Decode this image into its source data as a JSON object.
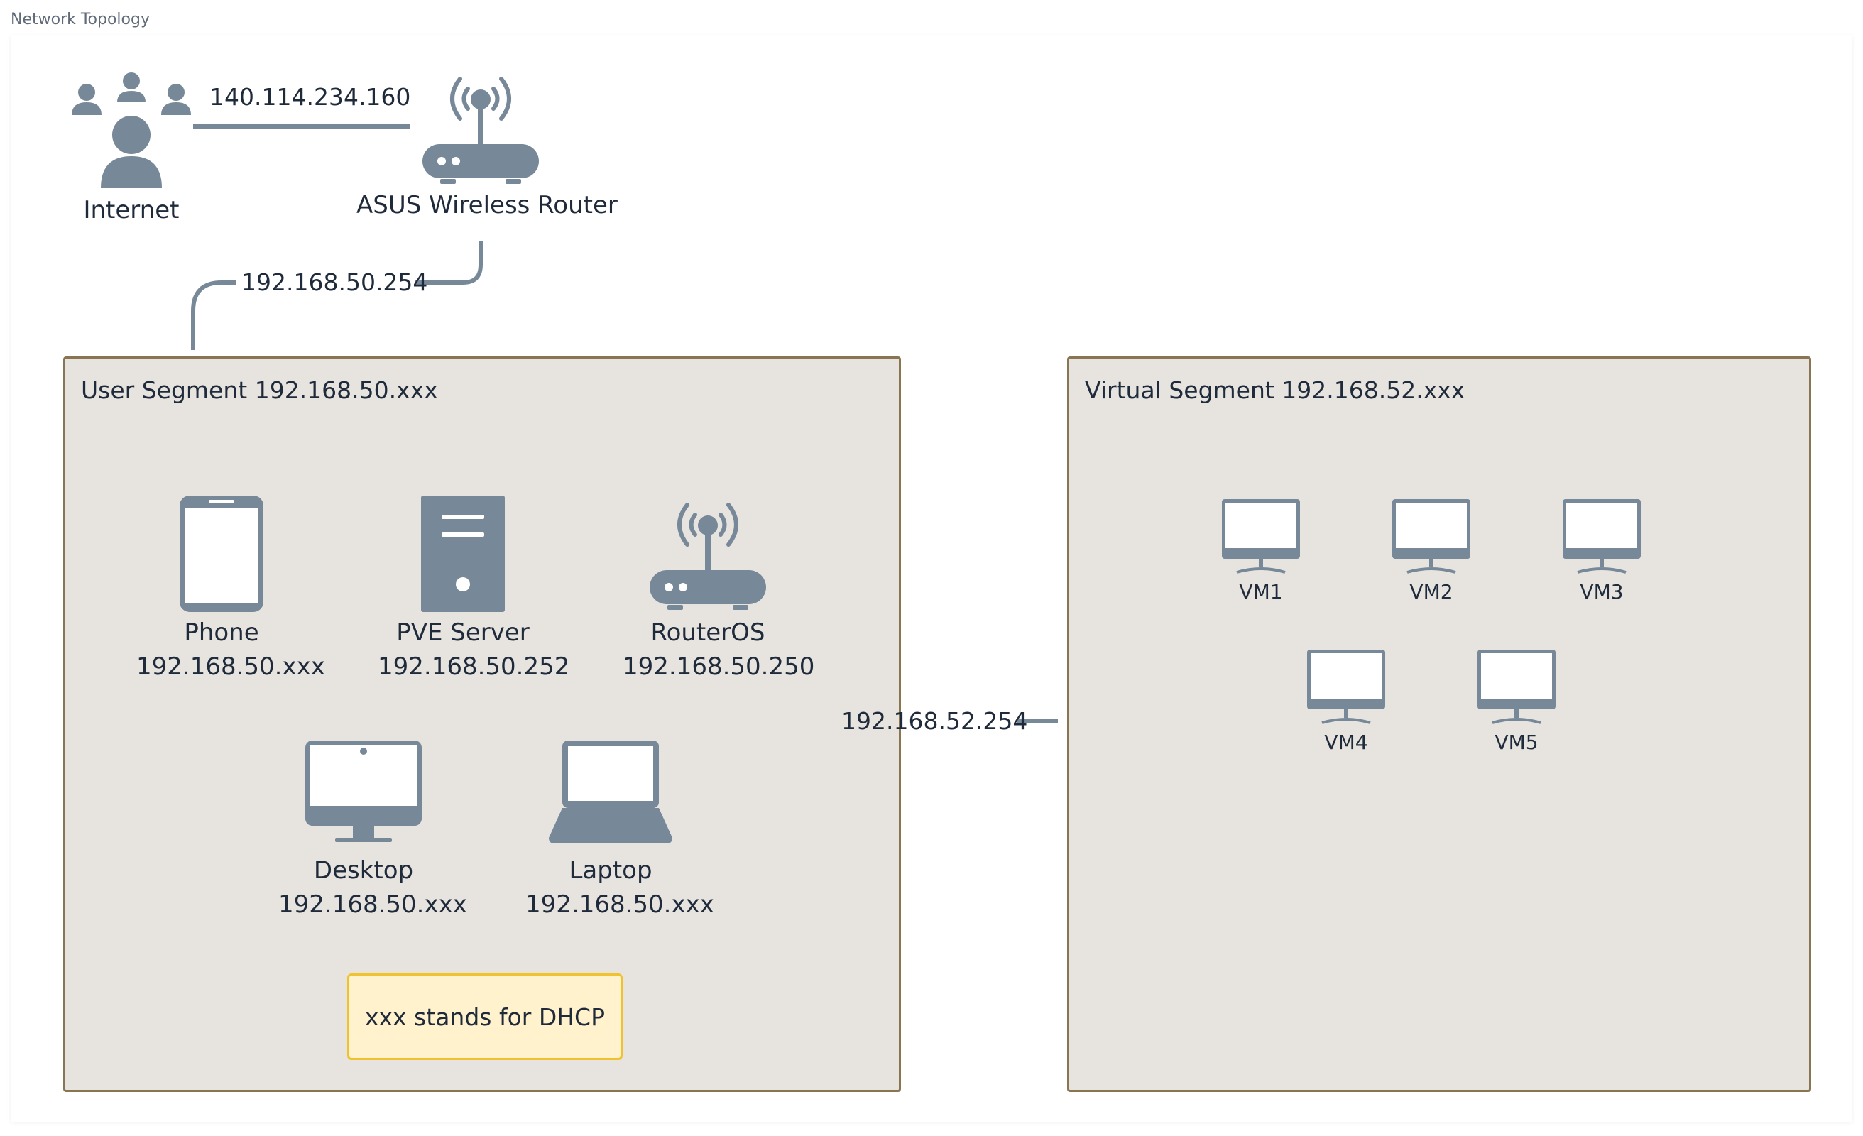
{
  "page_title": "Network Topology",
  "colors": {
    "icon": "#778899",
    "segment_fill": "#e7e4e0",
    "segment_border": "#8a7553",
    "note_fill": "#fff2cc",
    "note_border": "#f0c22e",
    "text": "#1f2b3a"
  },
  "nodes": {
    "internet": {
      "label": "Internet",
      "icon": "users-icon"
    },
    "router": {
      "label": "ASUS Wireless Router",
      "icon": "wireless-router-icon"
    }
  },
  "links": {
    "internet_router": "140.114.234.160",
    "router_user_segment": "192.168.50.254",
    "routeros_virtual_segment": "192.168.52.254"
  },
  "user_segment": {
    "title": "User Segment 192.168.50.xxx",
    "devices": [
      {
        "name": "Phone",
        "ip": "192.168.50.xxx",
        "icon": "tablet-icon"
      },
      {
        "name": "PVE Server",
        "ip": "192.168.50.252",
        "icon": "server-tower-icon"
      },
      {
        "name": "RouterOS",
        "ip": "192.168.50.250",
        "icon": "wireless-router-icon"
      },
      {
        "name": "Desktop",
        "ip": "192.168.50.xxx",
        "icon": "desktop-icon"
      },
      {
        "name": "Laptop",
        "ip": "192.168.50.xxx",
        "icon": "laptop-icon"
      }
    ],
    "note": "xxx stands for DHCP"
  },
  "virtual_segment": {
    "title": "Virtual Segment 192.168.52.xxx",
    "vms": [
      {
        "name": "VM1",
        "icon": "monitor-icon"
      },
      {
        "name": "VM2",
        "icon": "monitor-icon"
      },
      {
        "name": "VM3",
        "icon": "monitor-icon"
      },
      {
        "name": "VM4",
        "icon": "monitor-icon"
      },
      {
        "name": "VM5",
        "icon": "monitor-icon"
      }
    ]
  }
}
